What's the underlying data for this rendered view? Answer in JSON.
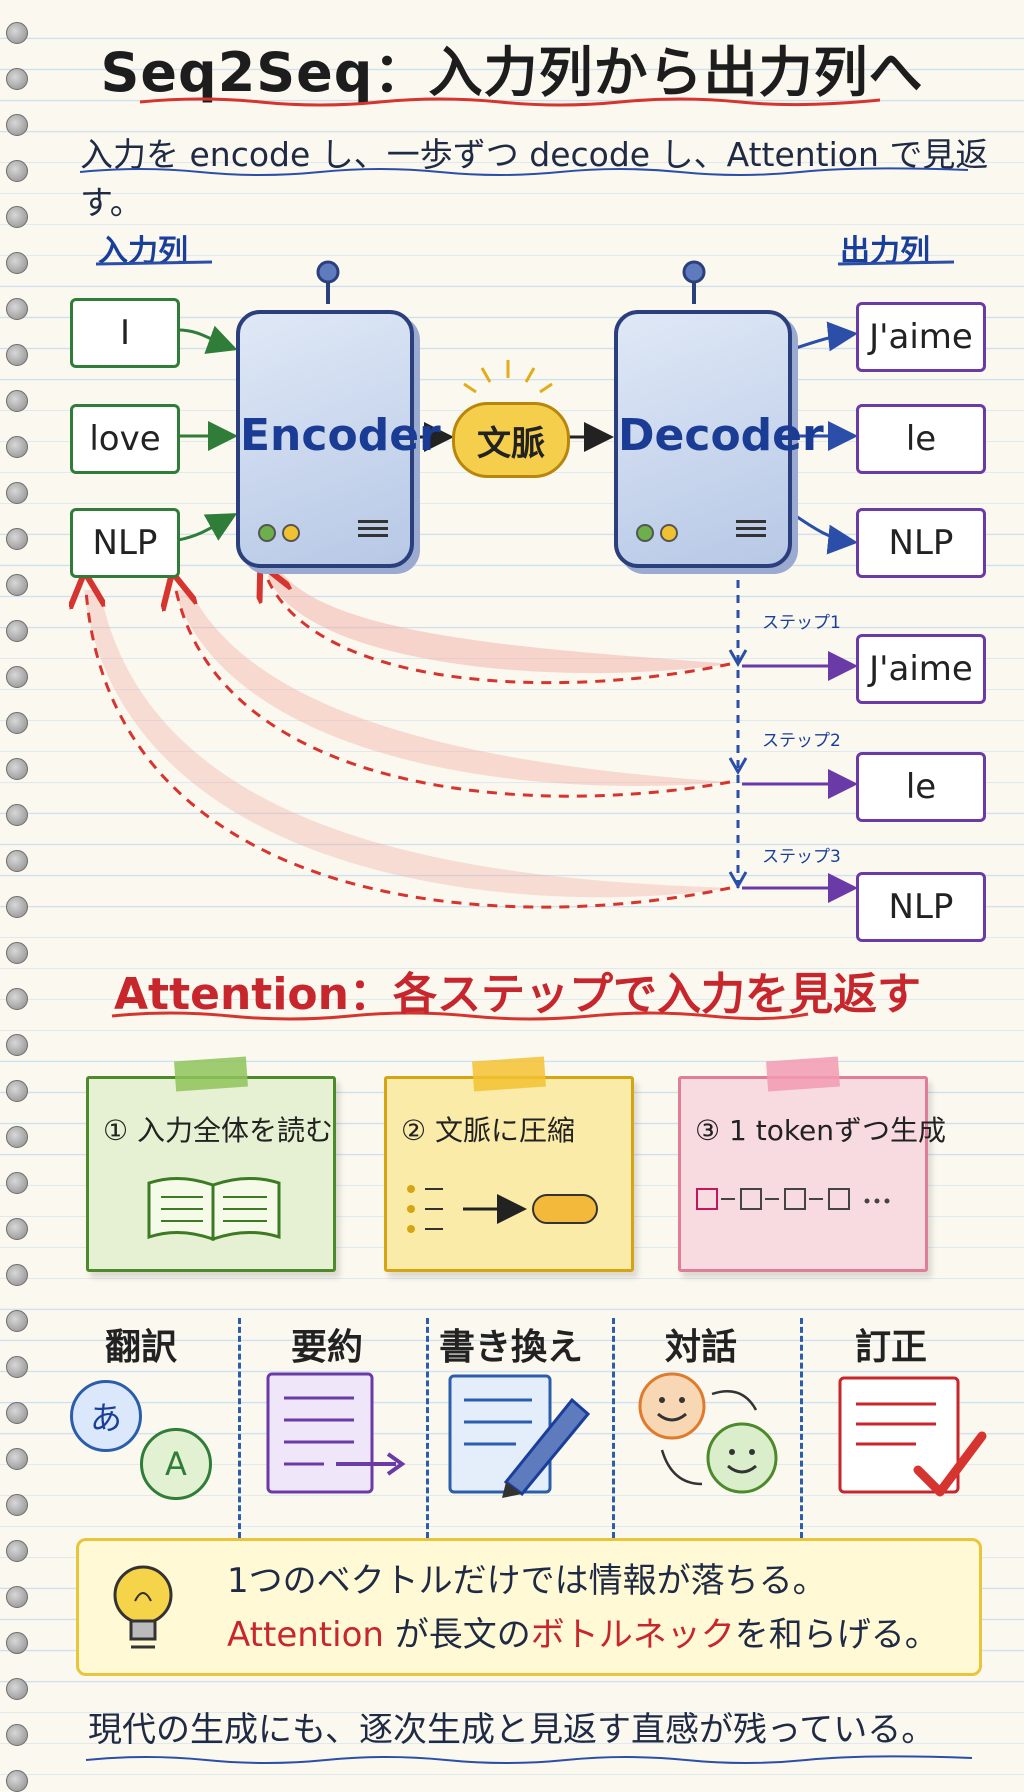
{
  "title": "Seq2Seq：入力列から出力列へ",
  "subtitle": "入力を encode し、一歩ずつ decode し、Attention で見返す。",
  "input_label": "入力列",
  "output_label": "出力列",
  "inputs": [
    "I",
    "love",
    "NLP"
  ],
  "outputs": [
    "J'aime",
    "le",
    "NLP"
  ],
  "encoder_label": "Encoder",
  "decoder_label": "Decoder",
  "context_label": "文脈",
  "steps": [
    {
      "label": "ステップ1",
      "token": "J'aime"
    },
    {
      "label": "ステップ2",
      "token": "le"
    },
    {
      "label": "ステップ3",
      "token": "NLP"
    }
  ],
  "attention_title": "Attention：各ステップで入力を見返す",
  "notes": [
    {
      "caption": "① 入力全体を読む",
      "color": "#e6f1d3",
      "border": "#4c8a2c",
      "tape": "#8ec35a",
      "icon": "open-book-icon"
    },
    {
      "caption": "② 文脈に圧縮",
      "color": "#fbeba9",
      "border": "#d6a514",
      "tape": "#f3c233",
      "icon": "compress-icon"
    },
    {
      "caption": "③ 1 tokenずつ生成",
      "color": "#f8dbe1",
      "border": "#e07d98",
      "tape": "#f29ab2",
      "icon": "token-sequence-icon"
    }
  ],
  "tasks": [
    {
      "label": "翻訳",
      "icon": "translate-icon"
    },
    {
      "label": "要約",
      "icon": "summary-doc-icon"
    },
    {
      "label": "書き換え",
      "icon": "pencil-doc-icon"
    },
    {
      "label": "対話",
      "icon": "chat-faces-icon"
    },
    {
      "label": "訂正",
      "icon": "correction-check-icon"
    }
  ],
  "translate_glyphs": [
    "あ",
    "A"
  ],
  "bulb_line1": "1つのベクトルだけでは情報が落ちる。",
  "bulb_line2_a": "Attention",
  "bulb_line2_b": " が長文の",
  "bulb_line2_c": "ボトルネック",
  "bulb_line2_d": "を和らげる。",
  "footer": "現代の生成にも、逐次生成と見返す直感が残っている。",
  "colors": {
    "input": "#2f7d39",
    "output": "#6a3aa7",
    "attention": "#d6342e",
    "accent_blue": "#1a3f9a"
  }
}
